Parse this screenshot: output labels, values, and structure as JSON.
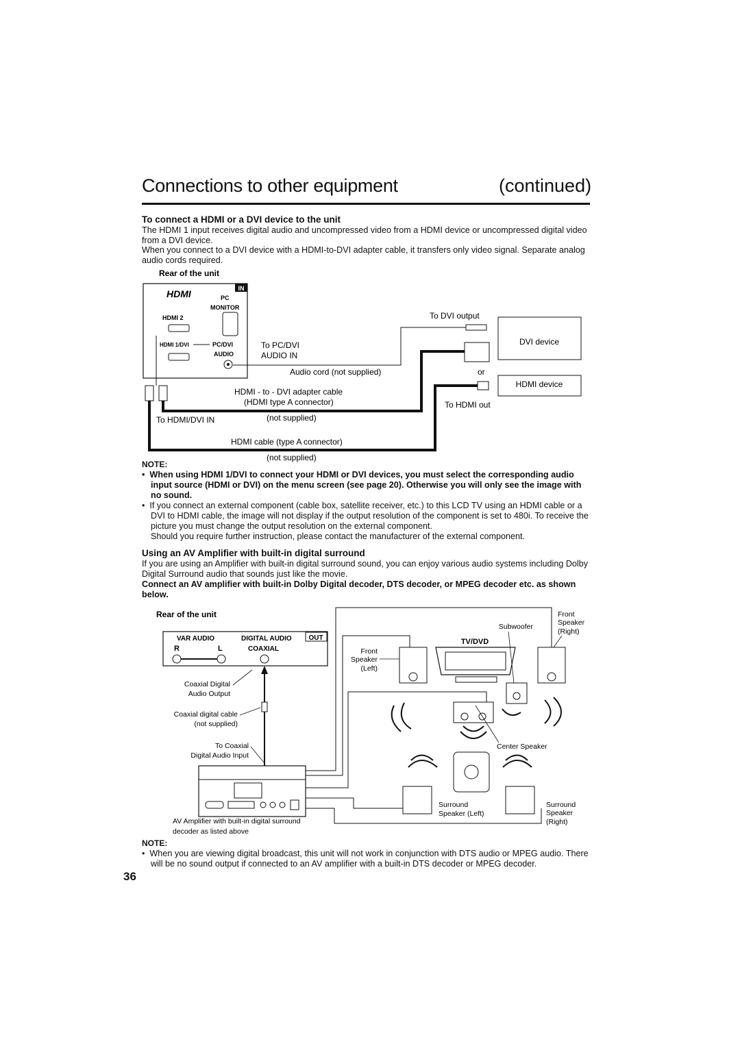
{
  "header": {
    "title": "Connections to other equipment",
    "continued": "(continued)"
  },
  "section1": {
    "heading": "To connect a HDMI or a DVI device to the unit",
    "para1": "The HDMI 1 input receives digital audio and uncompressed video from a HDMI device or uncompressed digital video from a DVI device.",
    "para2": "When you connect to a DVI device with a HDMI-to-DVI adapter cable, it transfers only video signal. Separate analog audio cords required."
  },
  "diagram1": {
    "rear_label": "Rear of the unit",
    "in": "IN",
    "hdmi_logo": "HDMI",
    "pc": "PC",
    "monitor": "MONITOR",
    "hdmi2": "HDMI 2",
    "hdmi1dvi": "HDMI 1/DVI",
    "pcdvi": "PC/DVI",
    "audio": "AUDIO",
    "to_pcdvi": "To PC/DVI",
    "audio_in": "AUDIO IN",
    "to_dvi_output": "To DVI output",
    "dvi_device": "DVI device",
    "audio_cord": "Audio cord (not supplied)",
    "or": "or",
    "hdmi_device": "HDMI device",
    "adapter_cable": "HDMI - to - DVI adapter cable",
    "adapter_connector": "(HDMI type A connector)",
    "to_hdmi_out": "To HDMI out",
    "to_hdmidvi_in": "To HDMI/DVI IN",
    "not_supplied_1": "(not supplied)",
    "hdmi_cable": "HDMI cable (type A connector)",
    "not_supplied_2": "(not supplied)"
  },
  "note1": {
    "heading": "NOTE:",
    "bullet1": "When using HDMI 1/DVI to connect your HDMI or DVI devices, you must select the corresponding audio input source (HDMI or DVI) on the menu screen (see page 20). Otherwise you will only see the image with no sound.",
    "bullet2": "If you connect an external component (cable box, satellite receiver, etc.) to this LCD TV using an HDMI cable or a DVI to HDMI cable, the image will not display if the output resolution of the component is set to 480i. To receive the picture you must change the output resolution on the external component.",
    "bullet2_extra": "Should you require further instruction, please contact the manufacturer of the external component."
  },
  "section2": {
    "heading": "Using an AV Amplifier with built-in digital surround",
    "para1": "If you are using an Amplifier with built-in digital surround sound, you can enjoy various audio systems including Dolby Digital Surround audio that sounds just like the movie.",
    "para2": "Connect an AV amplifier with built-in Dolby Digital decoder, DTS decoder, or MPEG decoder etc. as shown below."
  },
  "diagram2": {
    "rear_label": "Rear of the unit",
    "var_audio": "VAR AUDIO",
    "r": "R",
    "l": "L",
    "digital_audio": "DIGITAL AUDIO",
    "coaxial": "COAXIAL",
    "out": "OUT",
    "coax_digital": "Coaxial Digital",
    "audio_output": "Audio Output",
    "coax_cable": "Coaxial digital cable",
    "coax_not_supplied": "(not supplied)",
    "to_coaxial": "To Coaxial",
    "digital_audio_input": "Digital Audio Input",
    "amp_caption_1": "AV Amplifier with built-in digital surround",
    "amp_caption_2": "decoder as listed above",
    "subwoofer": "Subwoofer",
    "front_right_1": "Front",
    "front_right_2": "Speaker",
    "front_right_3": "(Right)",
    "tvdvd": "TV/DVD",
    "front_left_1": "Front",
    "front_left_2": "Speaker",
    "front_left_3": "(Left)",
    "center_speaker": "Center Speaker",
    "surround_left_1": "Surround",
    "surround_left_2": "Speaker (Left)",
    "surround_right_1": "Surround",
    "surround_right_2": "Speaker",
    "surround_right_3": "(Right)"
  },
  "note2": {
    "heading": "NOTE:",
    "bullet1": "When you are viewing digital broadcast, this unit will not work in conjunction with DTS audio or MPEG audio. There will be no sound output if connected to an AV amplifier with a built-in DTS decoder or MPEG decoder."
  },
  "page_number": "36"
}
